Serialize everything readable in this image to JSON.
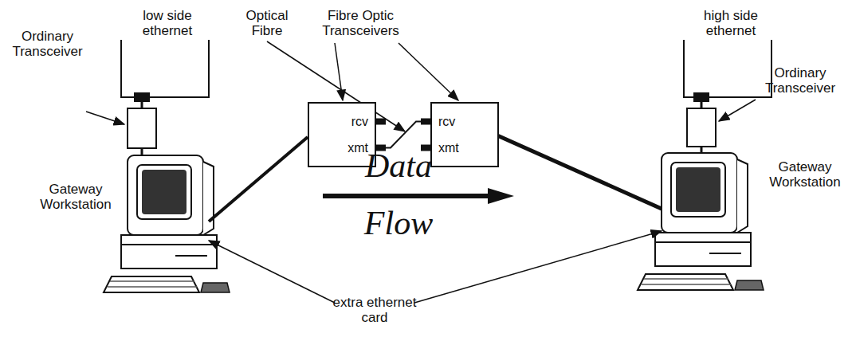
{
  "diagram": {
    "nodes": [
      {
        "text": [
          "rcv",
          "xmt"
        ]
      },
      {
        "text": [
          "rcv",
          "xmt"
        ]
      }
    ],
    "edges": [
      {
        "from": 0,
        "to": 1,
        "arrow": "none"
      }
    ],
    "labels": [
      "Optical Fibre",
      "Fibre Optic Transceivers",
      "low side ethernet",
      "Ordinary Transceiver",
      "high side ethernet",
      "Ordinary Transceiver",
      "Gateway Workstation",
      "Gateway Workstation",
      "Data Flow",
      "extra ethernet card"
    ]
  }
}
